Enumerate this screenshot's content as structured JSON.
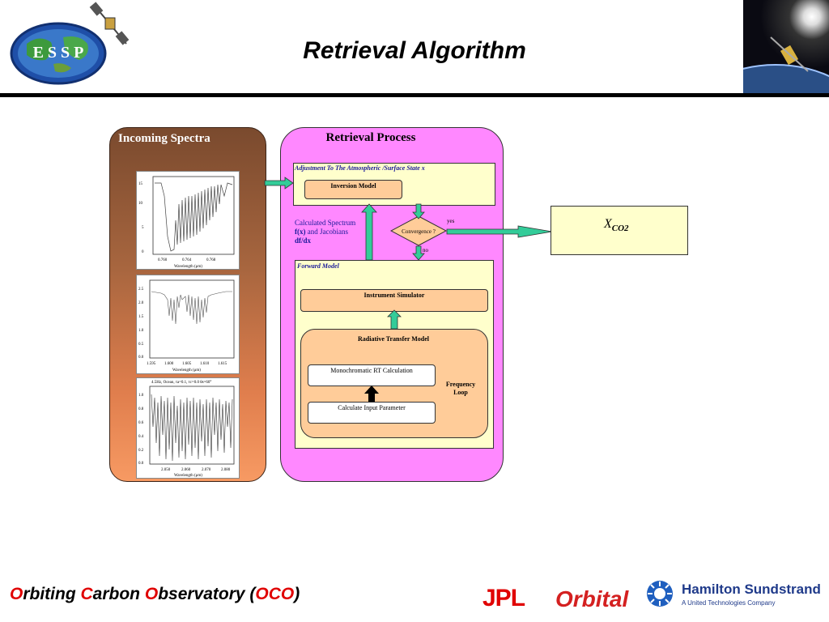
{
  "header": {
    "title": "Retrieval Algorithm"
  },
  "spectra": {
    "title": "Incoming Spectra",
    "panels": [
      {
        "x_ticks": [
          "0.760",
          "0.764",
          "0.768"
        ],
        "x_label": "Wavelength (μm)",
        "y_ticks": [
          "15",
          "10",
          "5",
          "0"
        ]
      },
      {
        "x_ticks": [
          "1.595",
          "1.600",
          "1.605",
          "1.610",
          "1.615"
        ],
        "x_label": "Wavelength (μm)",
        "y_ticks": [
          "2.5",
          "2.0",
          "1.5",
          "1.0",
          "0.5",
          "0.0"
        ]
      },
      {
        "header": "4.5Hz, Ocean, τa=0.1, τc=0.0 θs=60°",
        "x_ticks": [
          "2.050",
          "2.060",
          "2.070",
          "2.080"
        ],
        "x_label": "Wavelength (μm)",
        "y_ticks": [
          "1.0",
          "0.8",
          "0.6",
          "0.4",
          "0.2",
          "0.0"
        ]
      }
    ]
  },
  "process": {
    "title": "Retrieval Process",
    "adjustment_label": "Adjustment To The Atmospheric /Surface State x",
    "inversion_model": "Inversion Model",
    "calc_line1": "Calculated Spectrum",
    "calc_line2_bold": "f(x)",
    "calc_line2_rest": " and Jacobians",
    "calc_line3": "df/dx",
    "convergence": "Convergence ?",
    "yes": "yes",
    "no": "no",
    "forward_model": "Forward Model",
    "instrument_simulator": "Instrument  Simulator",
    "rtm": "Radiative Transfer Model",
    "mono_rt": "Monochromatic RT Calculation",
    "calc_input": "Calculate Input Parameter",
    "freq_loop_1": "Frequency",
    "freq_loop_2": "Loop"
  },
  "output": {
    "main": "X",
    "sub": "CO2"
  },
  "footer": {
    "o1": "O",
    "rbiting": "rbiting ",
    "c1": "C",
    "arbon": "arbon ",
    "o2": "O",
    "bservatory": "bservatory (",
    "oco": "OCO",
    "close": ")"
  },
  "logos": {
    "essp": "E S S P",
    "jpl": "JPL",
    "orbital": "Orbital",
    "hs": "Hamilton Sundstrand",
    "hs_sub": "A United Technologies Company"
  },
  "colors": {
    "process_bg": "#ff88ff",
    "arrow_teal": "#33cc99",
    "red": "#e00000"
  }
}
